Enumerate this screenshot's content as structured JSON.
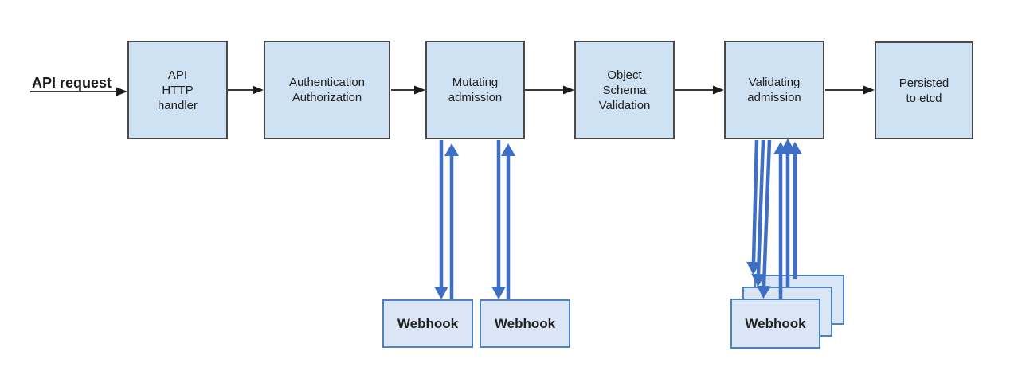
{
  "input_label": "API request",
  "pipeline": [
    {
      "id": "api-http-handler",
      "label": "API\nHTTP\nhandler"
    },
    {
      "id": "authentication-authorization",
      "label": "Authentication\nAuthorization"
    },
    {
      "id": "mutating-admission",
      "label": "Mutating\nadmission"
    },
    {
      "id": "object-schema-validation",
      "label": "Object\nSchema\nValidation"
    },
    {
      "id": "validating-admission",
      "label": "Validating\nadmission"
    },
    {
      "id": "persisted-to-etcd",
      "label": "Persisted\nto etcd"
    }
  ],
  "webhooks": {
    "mutating": [
      {
        "label": "Webhook"
      },
      {
        "label": "Webhook"
      }
    ],
    "validating": {
      "label": "Webhook",
      "stack_layers": 3
    }
  },
  "colors": {
    "node_fill": "#cfe2f3",
    "node_border": "#4a4a4a",
    "webhook_fill": "#dae6f5",
    "webhook_border": "#4f81bd",
    "flow_arrow": "#1c1c1c",
    "webhook_arrow": "#3e6fc4",
    "text": "#212121",
    "background": "#ffffff"
  }
}
